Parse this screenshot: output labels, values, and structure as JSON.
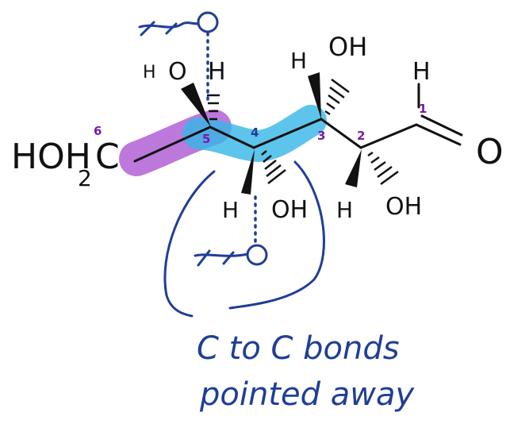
{
  "labels": {
    "hoh2c": "HOH",
    "sub2": "2",
    "hoh2c_c": "C",
    "c6_num": "6",
    "c5_h_top": "H",
    "c5_o_top": "O",
    "c5_h_mid": "H",
    "c5_num": "5",
    "c4_num": "4",
    "c4_h": "H",
    "c4_oh": "OH",
    "c3_h": "H",
    "c3_oh": "OH",
    "c3_num": "3",
    "c2_num": "2",
    "c2_h": "H",
    "c2_oh": "OH",
    "c1_h": "H",
    "c1_num": "1",
    "c1_o": "O",
    "annotation_line1": "C to C bonds",
    "annotation_line2": "pointed away"
  },
  "colors": {
    "ink": "#111111",
    "blue_ink": "#1f3e96",
    "purple_ink": "#7a1aa8",
    "highlight_purple": "#b260d6",
    "highlight_cyan": "#35b7e6"
  },
  "icons": {
    "newman_top": "newman-projection-icon",
    "newman_bottom": "newman-projection-icon"
  }
}
